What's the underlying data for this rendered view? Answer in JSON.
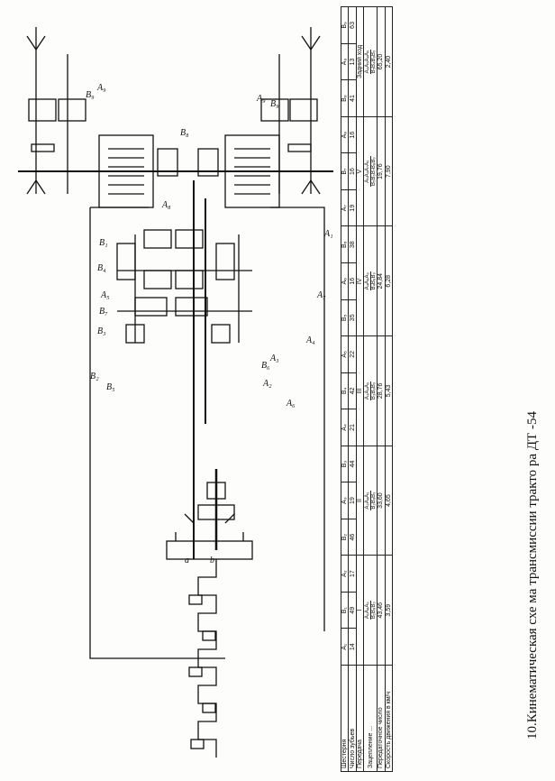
{
  "caption": "10.Кинематическая схе ма трансмиссии тракто ра ДТ -54",
  "table": {
    "row_headers": {
      "gear": "Шестерня",
      "teeth": "Число зубьев",
      "transmission": "Передача",
      "engagement": "Зацепление ...",
      "ratio": "Передаточное число",
      "speed": "Скорость движения в км/ч"
    },
    "gears": [
      "A₁",
      "B₁",
      "A₂",
      "B₂",
      "A₃",
      "B₃",
      "A₄",
      "B₄",
      "A₅",
      "B₅",
      "A₆",
      "B₆",
      "A₇",
      "B₇",
      "A₈",
      "B₈",
      "A₉",
      "B₉"
    ],
    "teeth": [
      "14",
      "49",
      "17",
      "46",
      "19",
      "44",
      "21",
      "42",
      "22",
      "35",
      "16",
      "38",
      "19",
      "16",
      "16",
      "41",
      "13",
      "63"
    ],
    "transmissions": [
      "I",
      "II",
      "III",
      "IV",
      "V",
      "Задний ход"
    ],
    "engagement_num": [
      "A₁A₈A₉",
      "A₂A₈A₉",
      "A₃A₈A₉",
      "A₄A₈A₉",
      "A₅A₆A₇A₉",
      "A₆A₅A₈A₉"
    ],
    "engagement_den": [
      "B₁B₈B₉",
      "B₂B₈B₉",
      "B₃B₈B₉",
      "B₄B₈B₉",
      "B₅B₆B₇B₈B₉",
      "B₅B₄B₈B₉"
    ],
    "ratios": [
      "43,46",
      "33,60",
      "28,76",
      "24,84",
      "19,76",
      "65,20"
    ],
    "speeds": [
      "3,59",
      "4,65",
      "5,43",
      "6,28",
      "7,90",
      "2,40"
    ]
  },
  "diagram_labels": {
    "b1": "B₁",
    "a1": "A₁",
    "b4": "B₄",
    "a5": "A₅",
    "b7": "B₇",
    "b3": "B₃",
    "b2": "B₂",
    "b5": "B₅",
    "b6": "B₆",
    "a2": "A₂",
    "a3": "A₃",
    "a4": "A₄",
    "a7": "A₇",
    "a6": "A₆",
    "a8": "A₈",
    "b8": "B₈",
    "a9": "A₉",
    "b9": "B₉",
    "a9r": "A₉",
    "b9r": "B₉",
    "gear_a": "a",
    "gear_b": "b"
  }
}
